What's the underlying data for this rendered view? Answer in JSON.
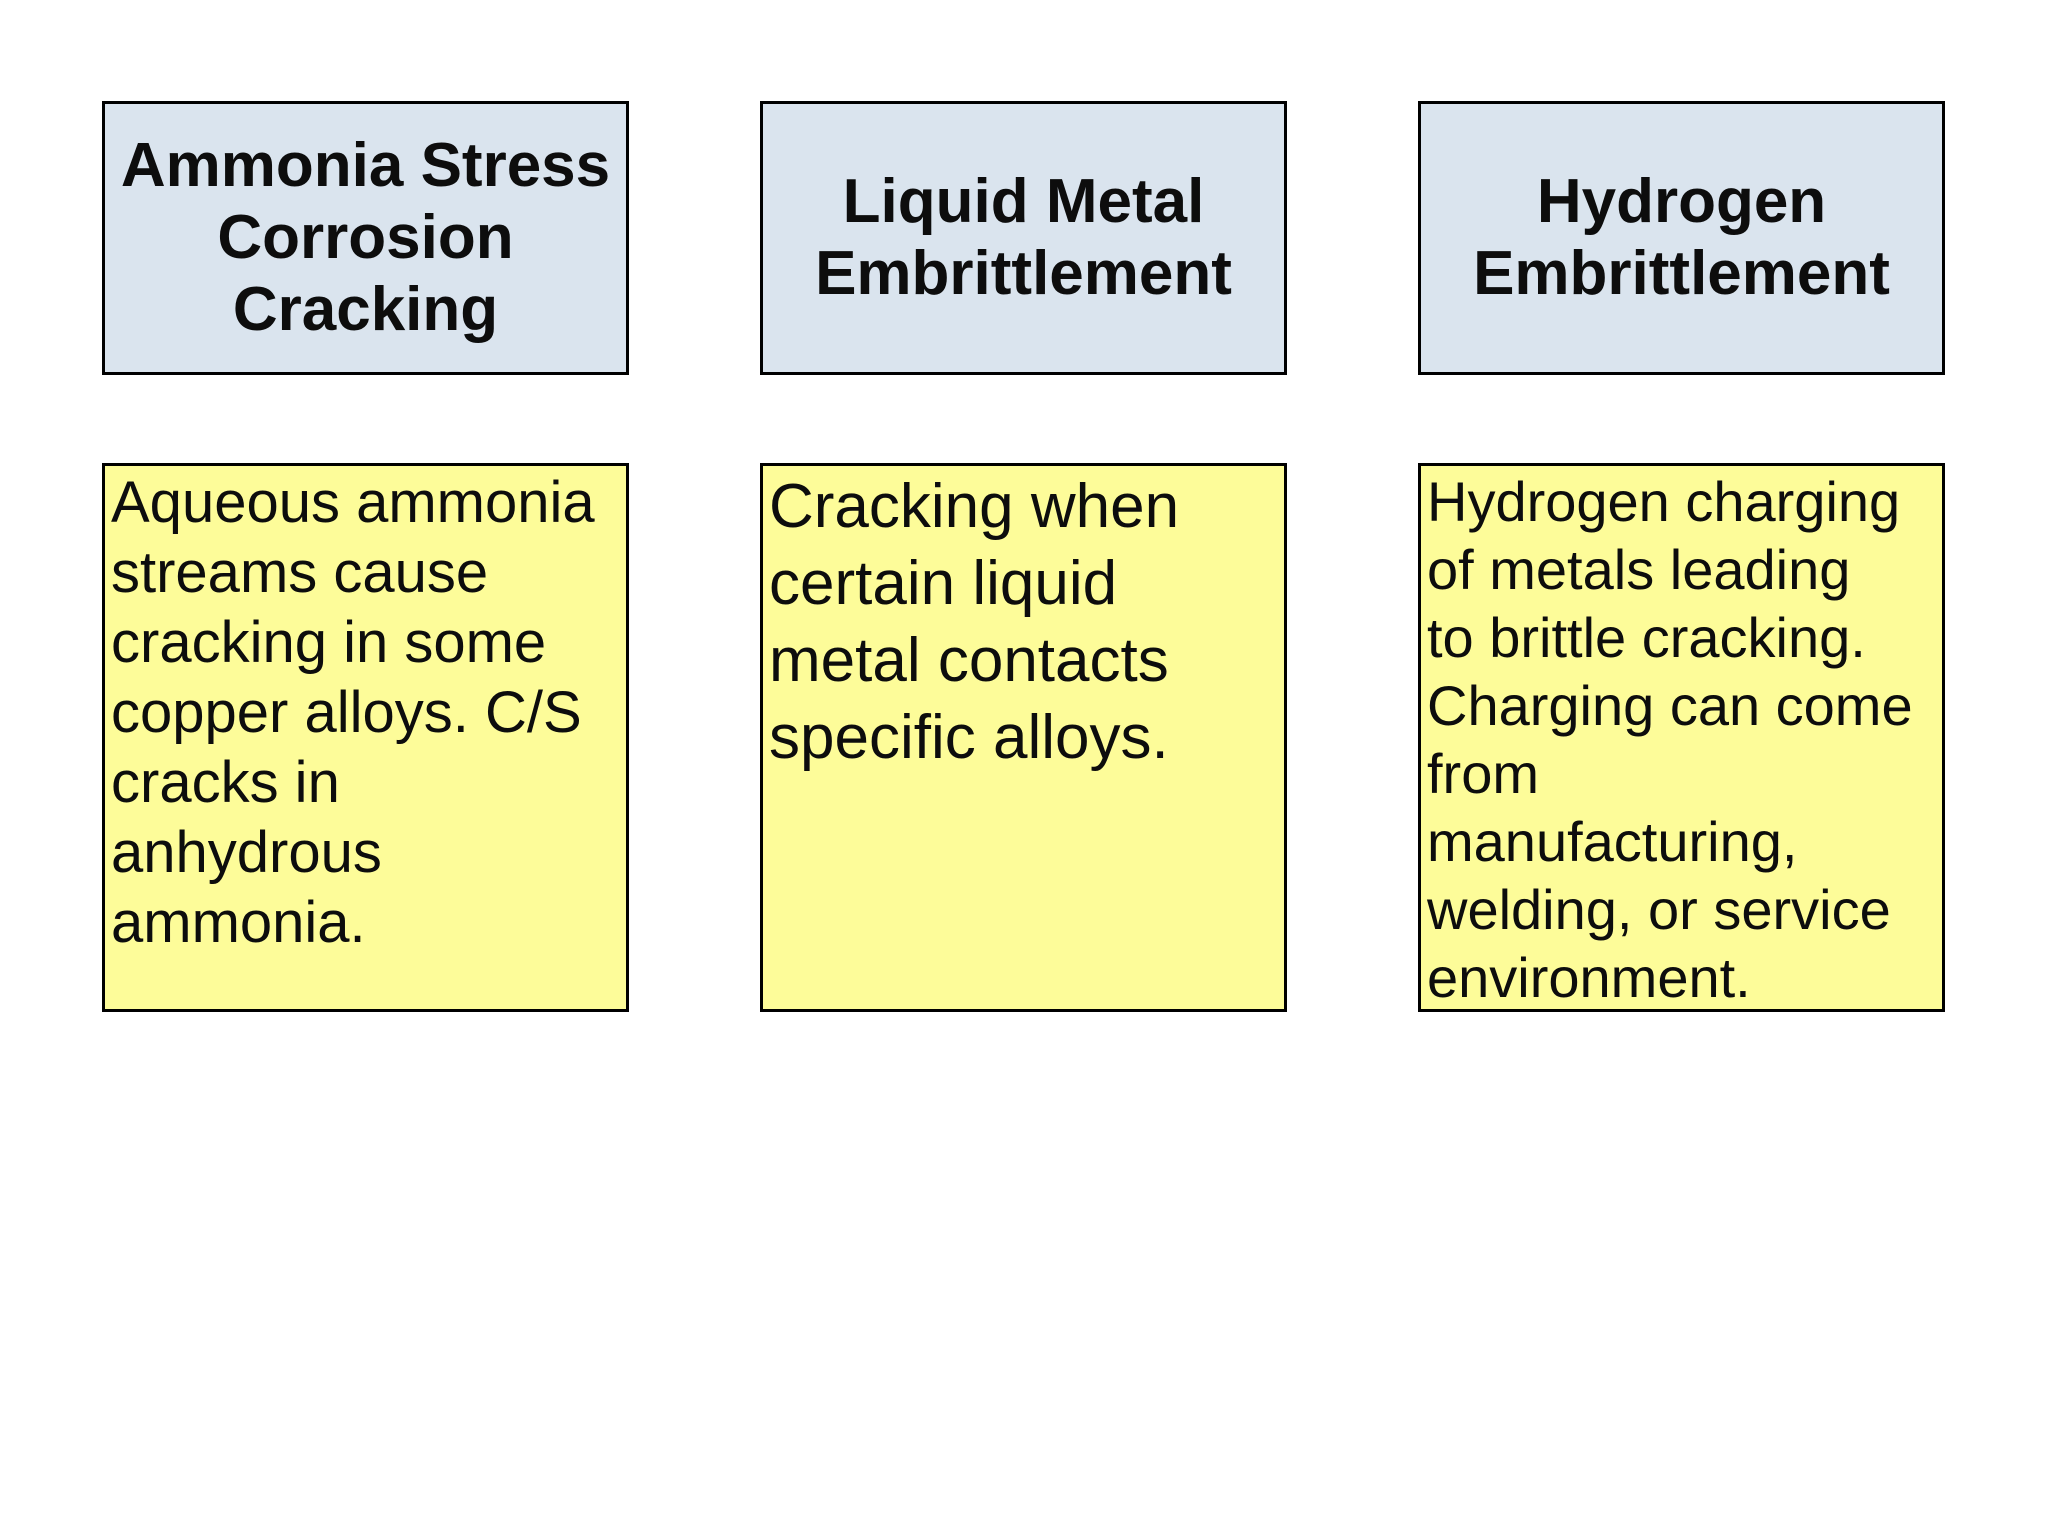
{
  "colors": {
    "background": "#ffffff",
    "header_fill": "#dae4ee",
    "body_fill": "#fdfc99",
    "border": "#000000",
    "text": "#0d0d0d"
  },
  "cards": [
    {
      "title_lines": [
        "Ammonia Stress",
        "Corrosion",
        "Cracking"
      ],
      "body_lines": [
        "Aqueous ammonia",
        "streams cause",
        "cracking in some",
        "copper alloys. C/S",
        "cracks in",
        "anhydrous",
        "ammonia."
      ]
    },
    {
      "title_lines": [
        "Liquid Metal",
        "Embrittlement"
      ],
      "body_lines": [
        "Cracking when",
        "certain liquid",
        "metal contacts",
        "specific alloys."
      ]
    },
    {
      "title_lines": [
        "Hydrogen",
        "Embrittlement"
      ],
      "body_lines": [
        "Hydrogen charging",
        "of metals leading",
        "to brittle cracking.",
        "Charging can come",
        "from",
        "manufacturing,",
        "welding, or service",
        "environment."
      ]
    }
  ]
}
